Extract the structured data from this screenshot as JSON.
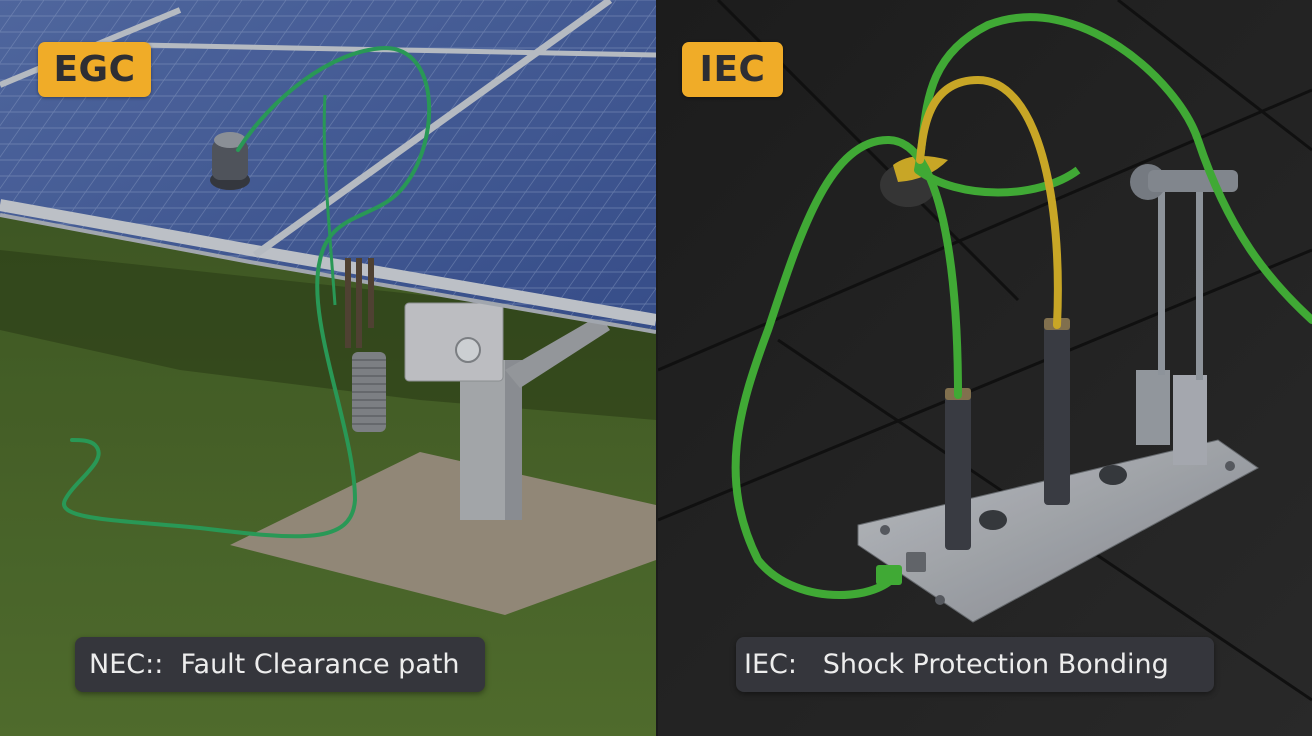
{
  "colors": {
    "badge_bg": "#F0AC28",
    "badge_text": "#2E2E33",
    "caption_bg": "#35363C",
    "caption_text": "#EDEDED",
    "egc_wire": "#2FAE62",
    "iec_green_wire": "#46B83A",
    "iec_yellow_wire": "#D9B52A",
    "solar_panel": "#4A64A8",
    "grass": "#4D6A2C",
    "deck": "#262626"
  },
  "left_panel": {
    "badge": "EGC",
    "caption": "NEC::  Fault Clearance path",
    "scene": "Solar panel array on grass with green equipment grounding conductor routed from module frame to ground rod near concrete pier"
  },
  "right_panel": {
    "badge": "IEC",
    "caption": "IEC:   Shock Protection Bonding",
    "scene": "Metal bonding plate on dark decking with green and green-yellow bonding conductors attached to posts and clamps"
  }
}
